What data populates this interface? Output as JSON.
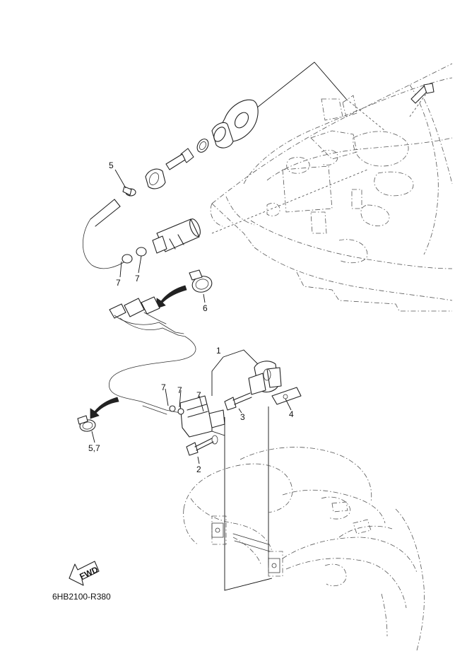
{
  "diagram": {
    "drawing_code": "6HB2100-R380",
    "fwd_label": "FWD",
    "callouts": {
      "c1": "1",
      "c2": "2",
      "c3": "3",
      "c4": "4",
      "c5_top": "5",
      "c5_7": "5,7",
      "c6": "6",
      "c7_left": "7",
      "c7_right": "7",
      "c7_a": "7",
      "c7_b": "7",
      "c7_c": "7"
    }
  }
}
